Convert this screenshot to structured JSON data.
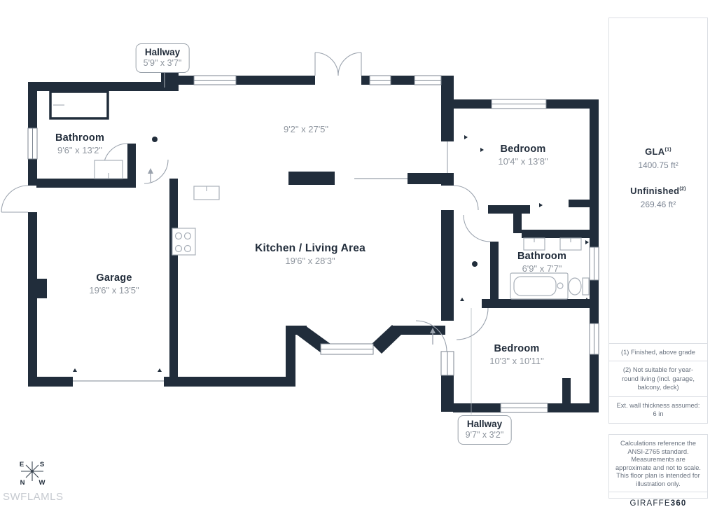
{
  "rooms": [
    {
      "name": "Bathroom",
      "dims": "9'6\" x 13'2\""
    },
    {
      "name": "Garage",
      "dims": "19'6\" x 13'5\""
    },
    {
      "name": "Kitchen / Living Area",
      "dims": "19'6\" x 28'3\""
    },
    {
      "name": "Bedroom",
      "dims": "10'4\" x 13'8\""
    },
    {
      "name": "Bathroom",
      "dims": "6'9\" x 7'7\""
    },
    {
      "name": "Bedroom",
      "dims": "10'3\" x 10'11\""
    }
  ],
  "area_label": "9'2\" x 27'5\"",
  "callouts": [
    {
      "name": "Hallway",
      "dims": "5'9\" x 3'7\""
    },
    {
      "name": "Hallway",
      "dims": "9'7\" x 3'2\""
    }
  ],
  "sidebar": {
    "gla_label": "GLA",
    "gla_sup": "(1)",
    "gla_value": "1400.75 ft²",
    "unfinished_label": "Unfinished",
    "unfinished_sup": "(2)",
    "unfinished_value": "269.46 ft²",
    "notes": [
      "(1) Finished, above grade",
      "(2) Not suitable for year-round living (incl. garage, balcony, deck)",
      "Ext. wall thickness assumed: 6 in"
    ],
    "disclaimer": "Calculations reference the ANSI-Z765 standard. Measurements are approximate and not to scale. This floor plan is intended for illustration only.",
    "logo_main": "GIRAFFE",
    "logo_bold": "360"
  },
  "compass": {
    "e": "E",
    "s": "S",
    "n": "N",
    "w": "W"
  },
  "watermark": "SWFLAMLS",
  "colors": {
    "wall": "#212d3b",
    "dim_text": "#8e959e",
    "fixture": "#a9b0b9"
  }
}
